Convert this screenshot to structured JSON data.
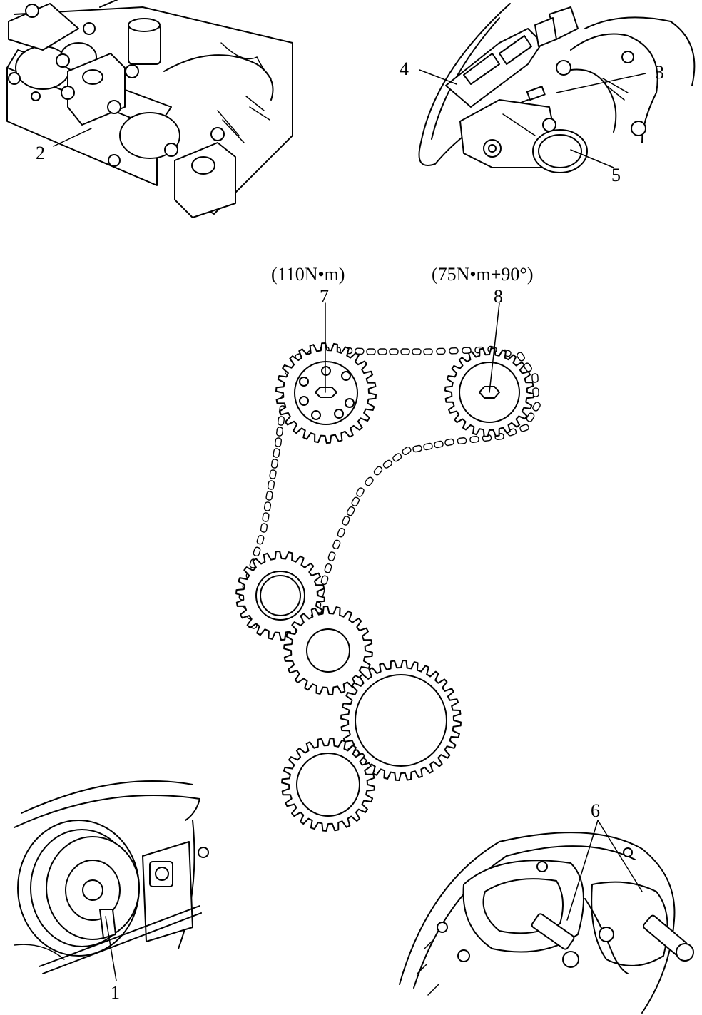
{
  "callouts": {
    "c1": "1",
    "c2": "2",
    "c3": "3",
    "c4": "4",
    "c5": "5",
    "c6": "6",
    "c7": "7",
    "c8": "8"
  },
  "torques": {
    "t7": "(110N•m)",
    "t8": "(75N•m+90°)"
  }
}
